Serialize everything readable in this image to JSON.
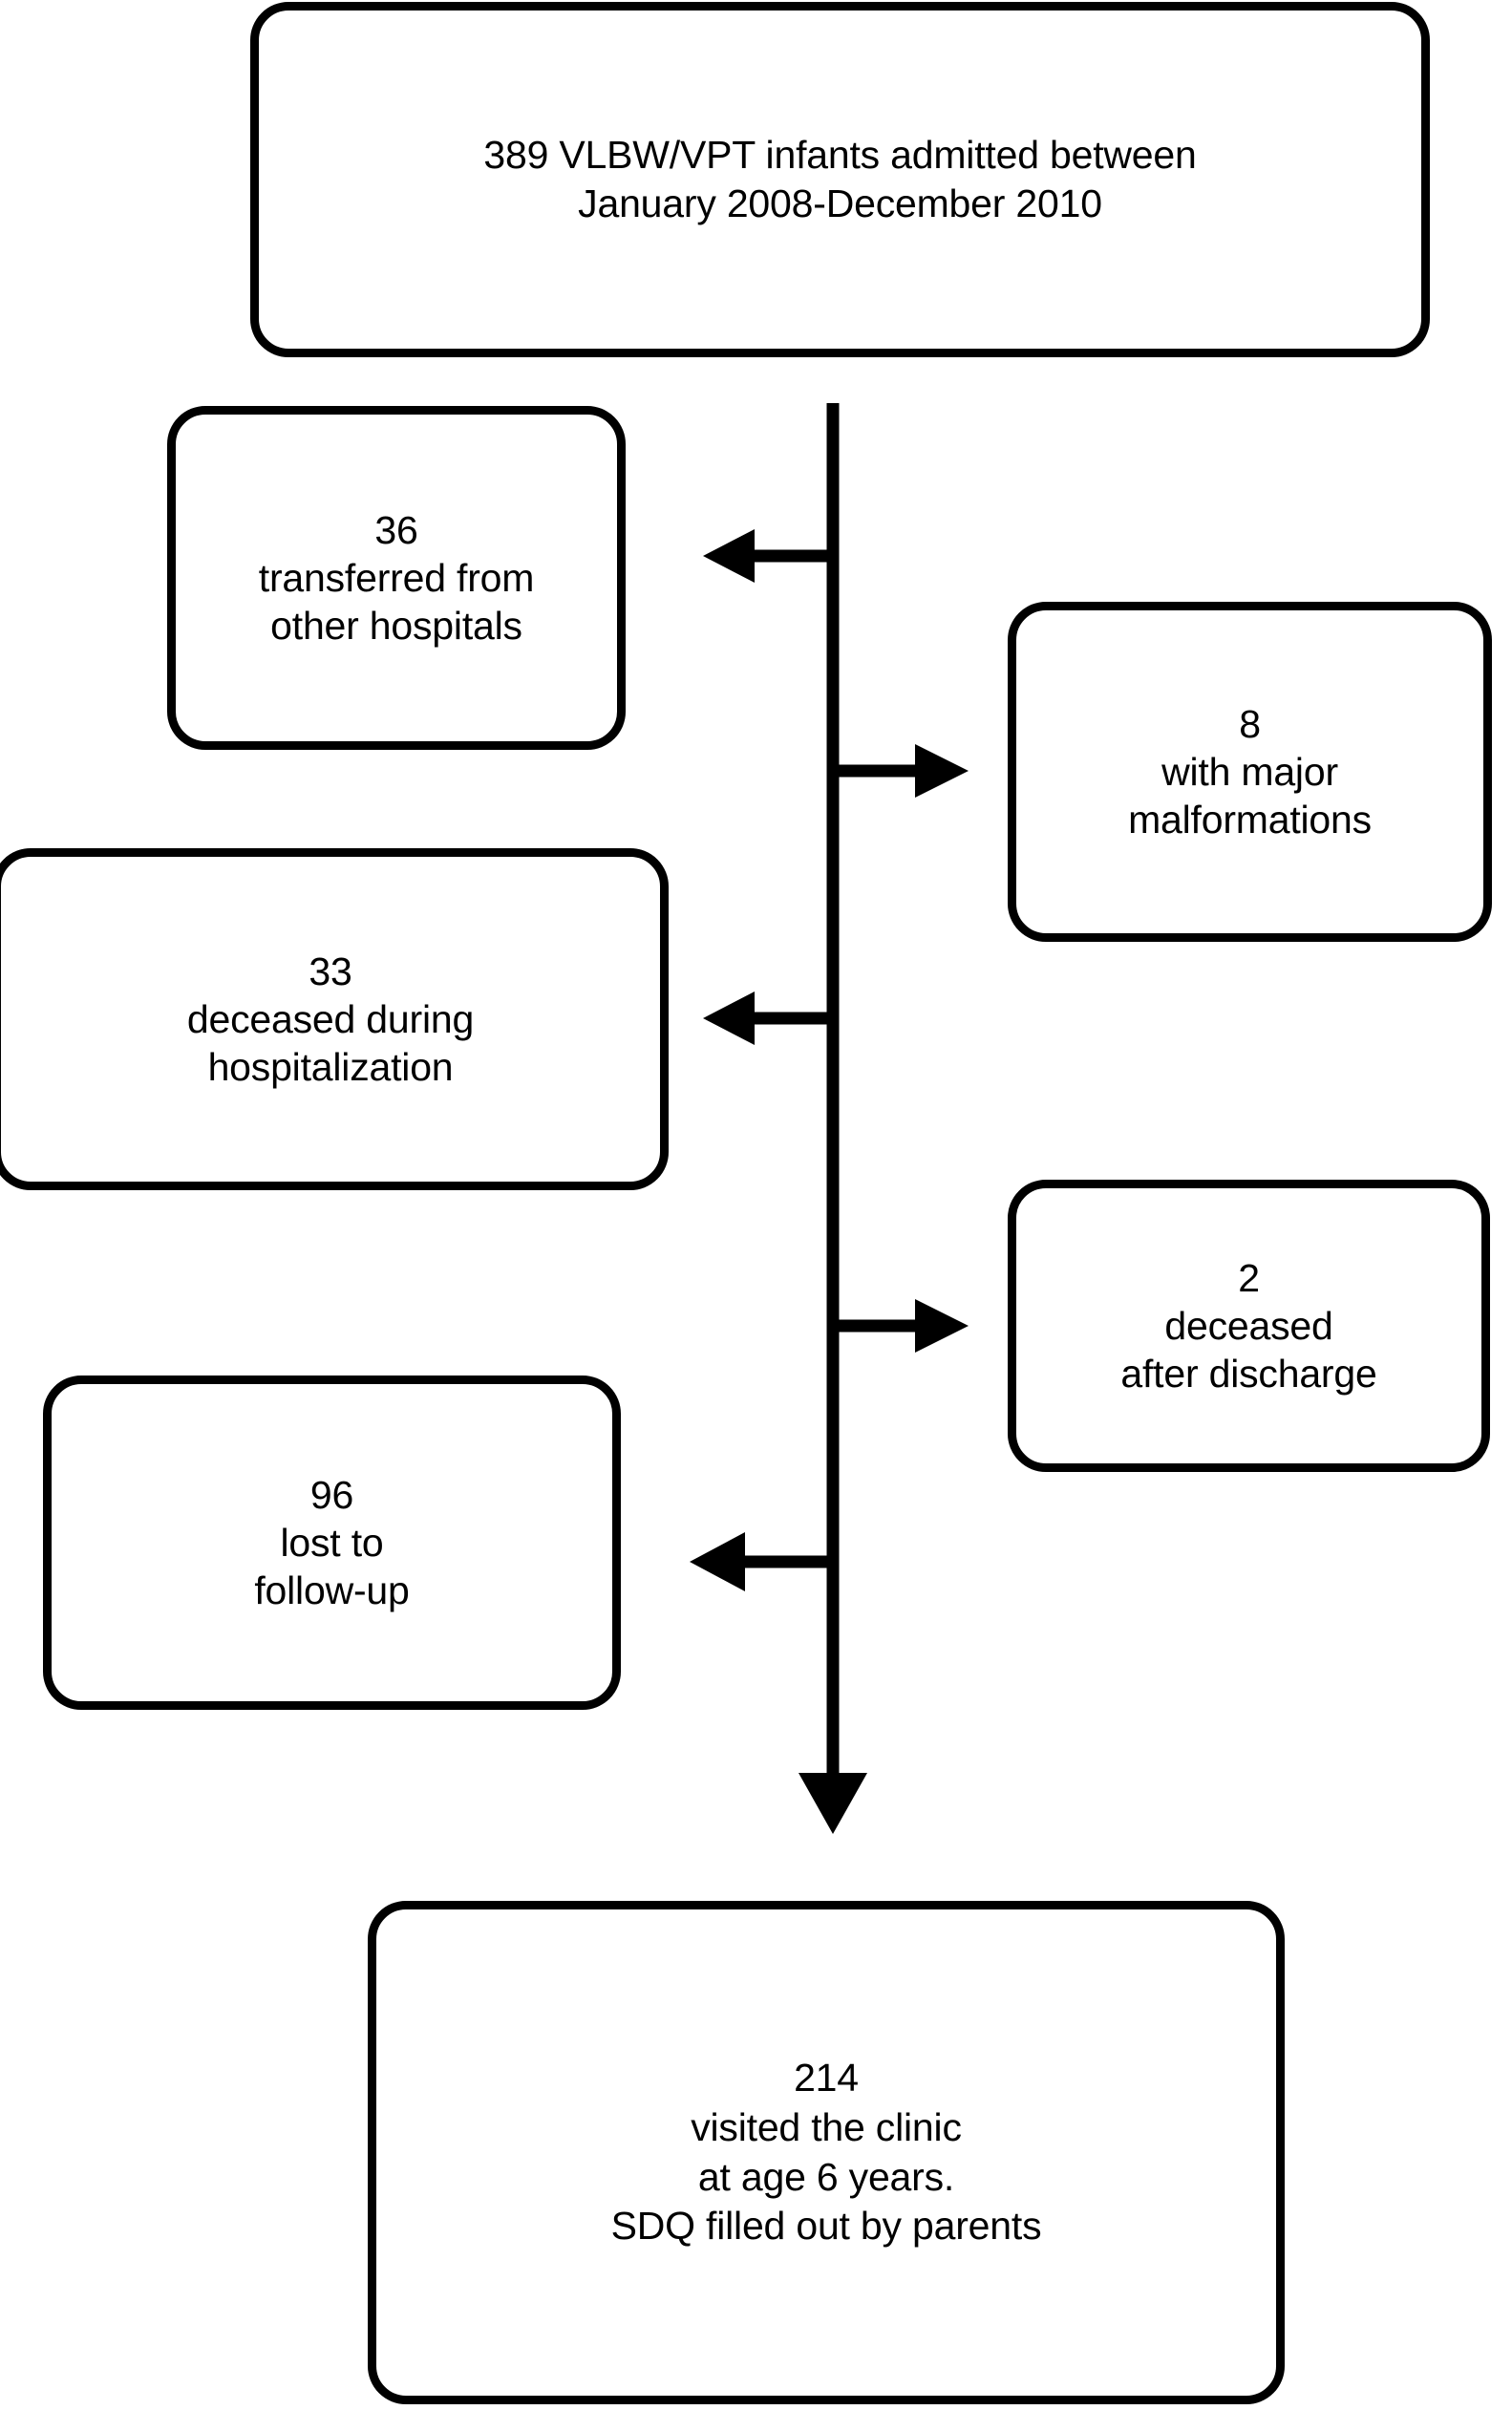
{
  "diagram": {
    "type": "study-flow-chart",
    "title": "VLBW/VPT infant cohort flow diagram",
    "stroke_color": "#000000",
    "background_color": "#ffffff",
    "nodes": {
      "cohort": {
        "name": "enrolled-cohort",
        "count": "389",
        "text": "389 VLBW/VPT infants admitted between\nJanuary 2008-December 2010"
      },
      "transferred": {
        "name": "transferred-out",
        "count": "36",
        "text": "36\ntransferred from\nother hospitals"
      },
      "malformations": {
        "name": "major-malformations",
        "count": "8",
        "text": "8\nwith major\nmalformations"
      },
      "deceased_hospital": {
        "name": "deceased-during-hospitalization",
        "count": "33",
        "text": "33\ndeceased during\nhospitalization"
      },
      "deceased_discharge": {
        "name": "deceased-after-discharge",
        "count": "2",
        "text": "2\ndeceased\nafter discharge"
      },
      "lost": {
        "name": "lost-to-follow-up",
        "count": "96",
        "text": "96\nlost to\nfollow-up"
      },
      "final": {
        "name": "final-analysed-sample",
        "count": "214",
        "text": "214\nvisited the clinic\nat age 6 years.\nSDQ filled out by parents"
      }
    },
    "connectors": [
      {
        "name": "trunk-vertical-line",
        "from": "cohort",
        "to": "final",
        "direction": "down"
      },
      {
        "name": "branch-to-transferred",
        "from": "trunk",
        "to": "transferred",
        "direction": "left"
      },
      {
        "name": "branch-to-malformations",
        "from": "trunk",
        "to": "malformations",
        "direction": "right"
      },
      {
        "name": "branch-to-deceased-hospital",
        "from": "trunk",
        "to": "deceased_hospital",
        "direction": "left"
      },
      {
        "name": "branch-to-deceased-discharge",
        "from": "trunk",
        "to": "deceased_discharge",
        "direction": "right"
      },
      {
        "name": "branch-to-lost",
        "from": "trunk",
        "to": "lost",
        "direction": "left"
      }
    ]
  }
}
